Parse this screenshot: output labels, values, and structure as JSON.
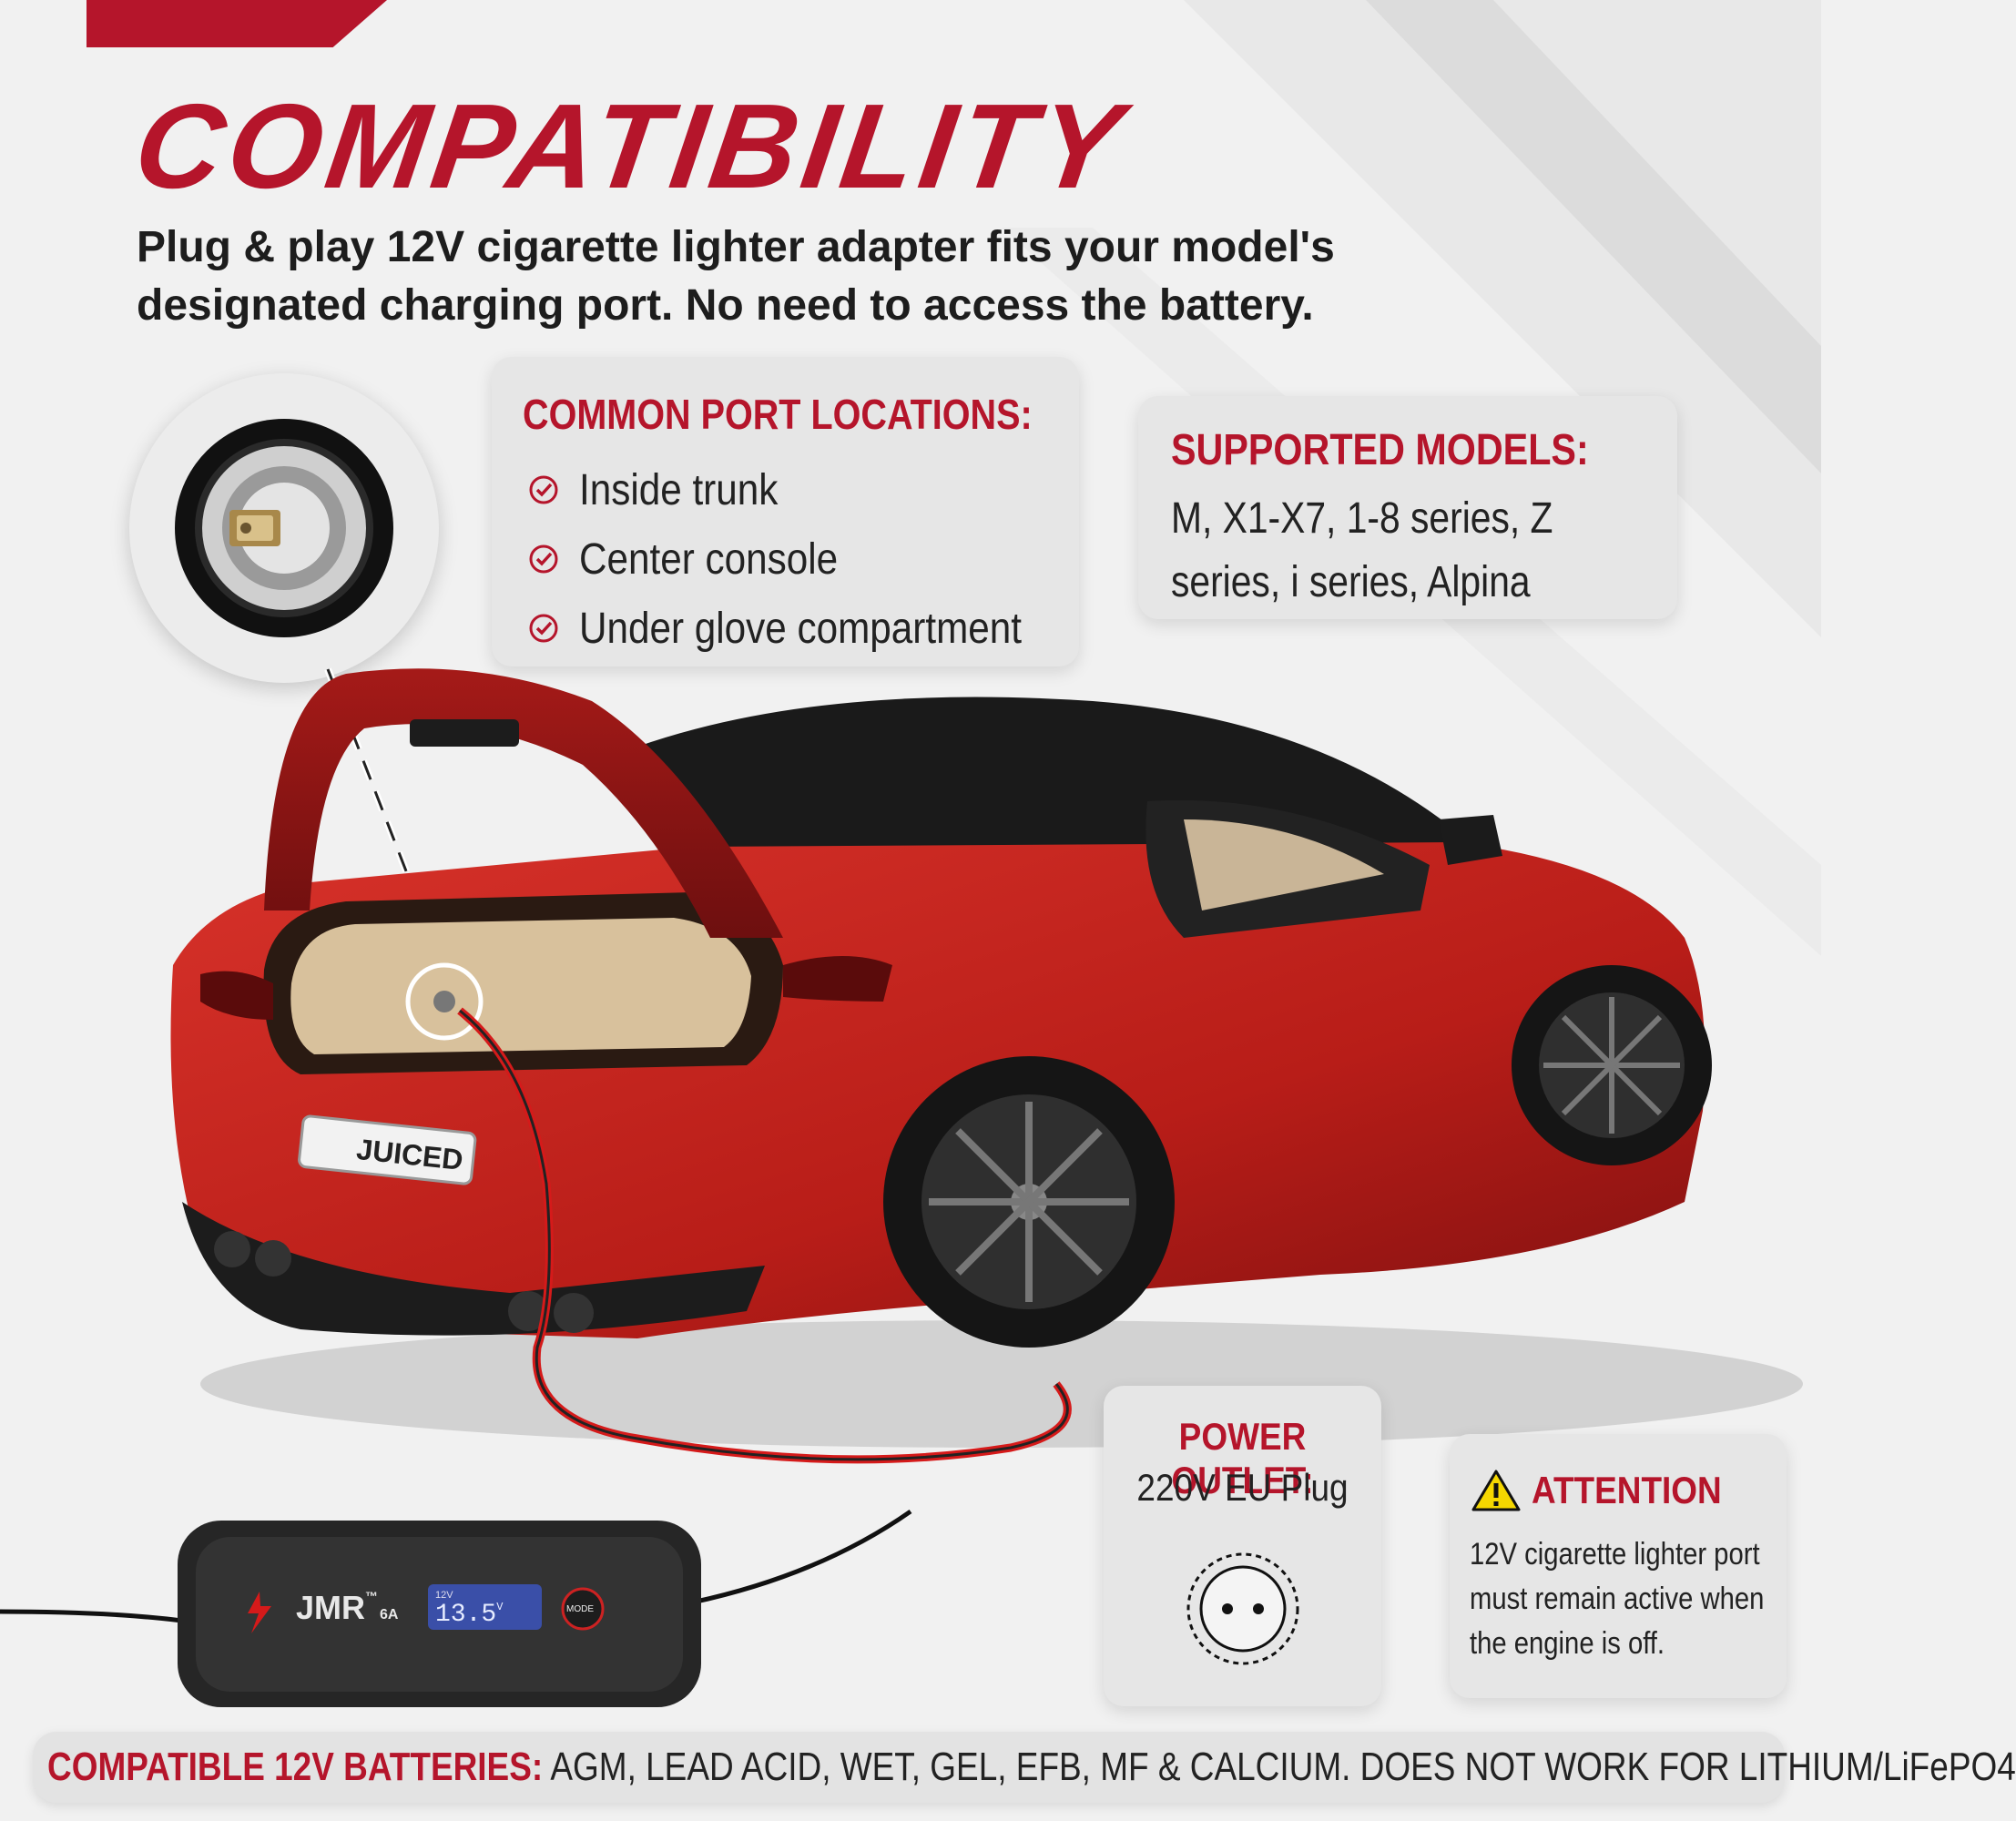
{
  "title": "COMPATIBILITY",
  "subtitle": "Plug & play 12V cigarette lighter adapter fits your model's designated charging port. No need to access the battery.",
  "port_locations": {
    "heading": "COMMON PORT LOCATIONS:",
    "items": [
      "Inside trunk",
      "Center console",
      "Under glove compartment"
    ]
  },
  "supported_models": {
    "heading": "SUPPORTED MODELS:",
    "text": "M, X1-X7, 1-8 series, Z series, i series, Alpina"
  },
  "car": {
    "plate": "JUICED"
  },
  "charger": {
    "brand": "JMR",
    "tm": "™",
    "rating": "6A",
    "display_mode": "12V",
    "display_value": "13.5",
    "display_unit": "V",
    "mode_label": "MODE"
  },
  "power_outlet": {
    "heading": "POWER OUTLET:",
    "text": "220V EU Plug"
  },
  "attention": {
    "heading": "ATTENTION",
    "text": "12V cigarette lighter port must remain active when the engine is off."
  },
  "footer": {
    "label": "COMPATIBLE 12V BATTERIES:",
    "text": "AGM, LEAD ACID, WET, GEL, EFB, MF & CALCIUM. DOES NOT WORK FOR LITHIUM/LiFePO4"
  },
  "colors": {
    "accent": "#b5152b",
    "card": "#e6e6e6",
    "car_body": "#c0201c"
  },
  "icons": [
    "check-circle-icon",
    "warning-triangle-icon",
    "eu-socket-icon",
    "lightning-bolt-icon"
  ]
}
